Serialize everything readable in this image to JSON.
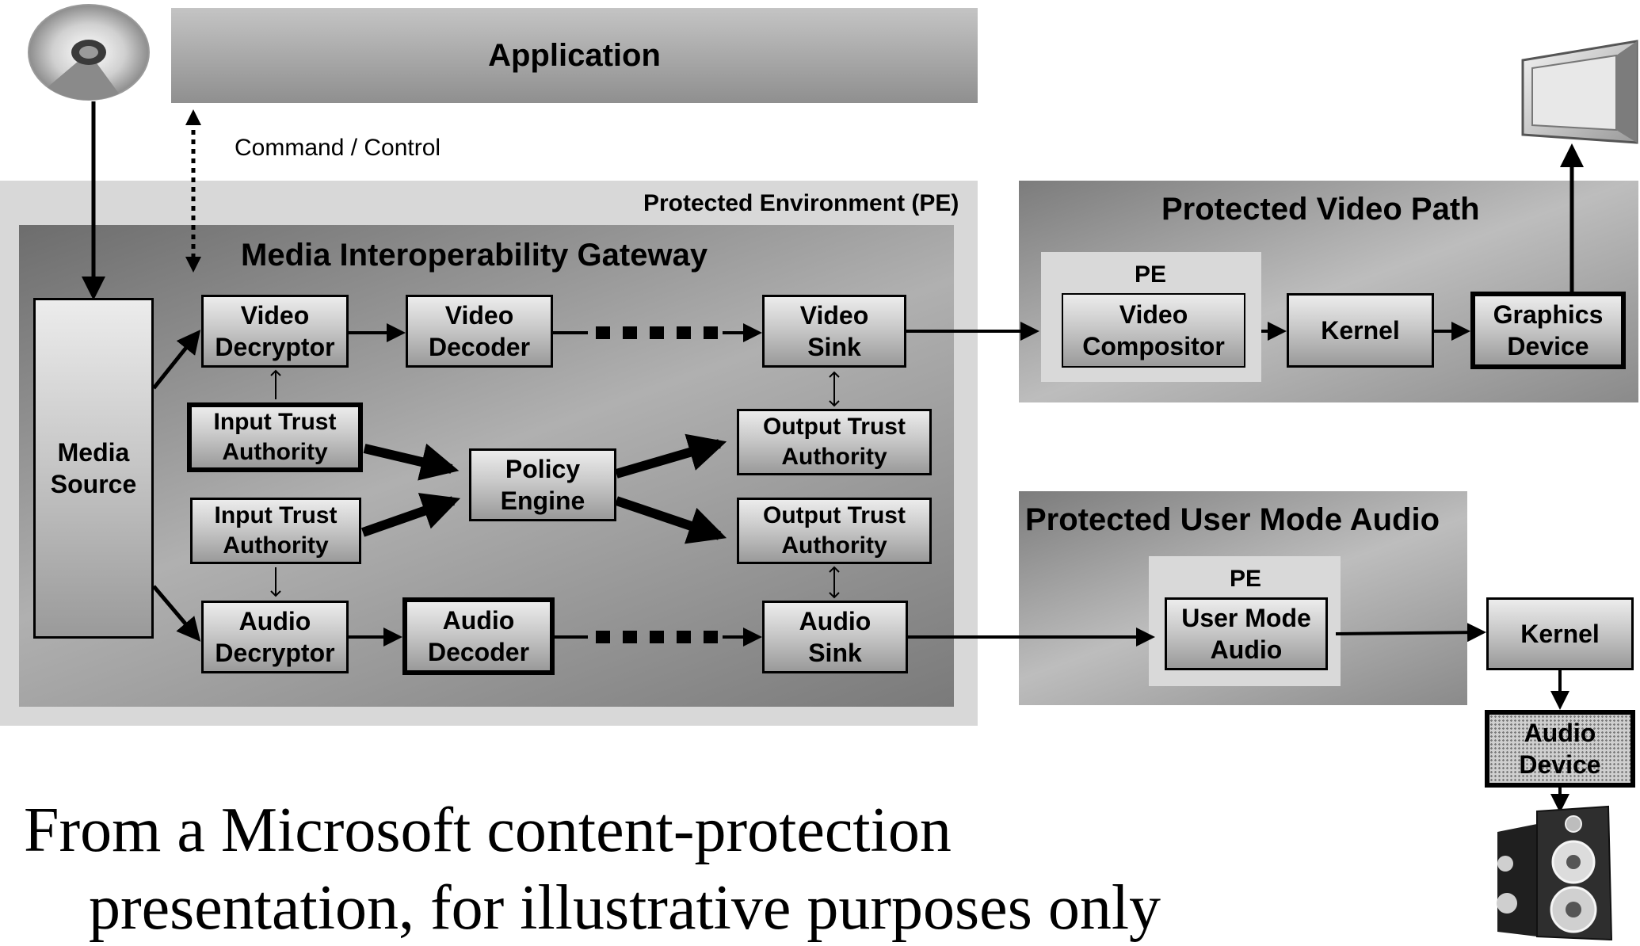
{
  "application": "Application",
  "command_control": "Command / Control",
  "protected_environment": "Protected Environment (PE)",
  "mig": "Media Interoperability Gateway",
  "media_source": [
    "Media",
    "Source"
  ],
  "video_decryptor": [
    "Video",
    "Decryptor"
  ],
  "video_decoder": [
    "Video",
    "Decoder"
  ],
  "video_sink": [
    "Video",
    "Sink"
  ],
  "input_trust_authority_1": [
    "Input Trust",
    "Authority"
  ],
  "input_trust_authority_2": [
    "Input Trust",
    "Authority"
  ],
  "policy_engine": [
    "Policy",
    "Engine"
  ],
  "output_trust_authority_1": [
    "Output Trust",
    "Authority"
  ],
  "output_trust_authority_2": [
    "Output Trust",
    "Authority"
  ],
  "audio_decryptor": [
    "Audio",
    "Decryptor"
  ],
  "audio_decoder": [
    "Audio",
    "Decoder"
  ],
  "audio_sink": [
    "Audio",
    "Sink"
  ],
  "protected_video_path": {
    "title": "Protected Video Path",
    "pe_label": "PE",
    "video_compositor": [
      "Video",
      "Compositor"
    ],
    "kernel": "Kernel",
    "graphics_device": [
      "Graphics",
      "Device"
    ]
  },
  "protected_user_mode_audio": {
    "title": "Protected User Mode Audio",
    "pe_label": "PE",
    "user_mode_audio": [
      "User Mode",
      "Audio"
    ]
  },
  "kernel_audio": "Kernel",
  "audio_device": [
    "Audio",
    "Device"
  ],
  "caption": [
    "From a Microsoft content-protection",
    "presentation, for illustrative purposes only"
  ],
  "icons": [
    "disc-icon",
    "monitor-icon",
    "speaker-icon"
  ]
}
